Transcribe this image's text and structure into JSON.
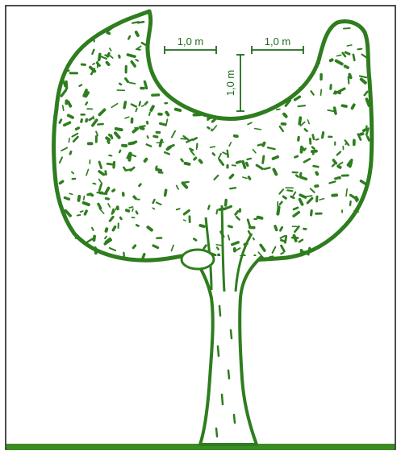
{
  "diagram": {
    "dimensions": {
      "left_horizontal": "1,0 m",
      "right_horizontal": "1,0 m",
      "vertical": "1,0 m"
    }
  },
  "colors": {
    "outline": "#2e7d1e",
    "ground": "#3c8c24",
    "frame": "#111111",
    "background": "#ffffff"
  }
}
